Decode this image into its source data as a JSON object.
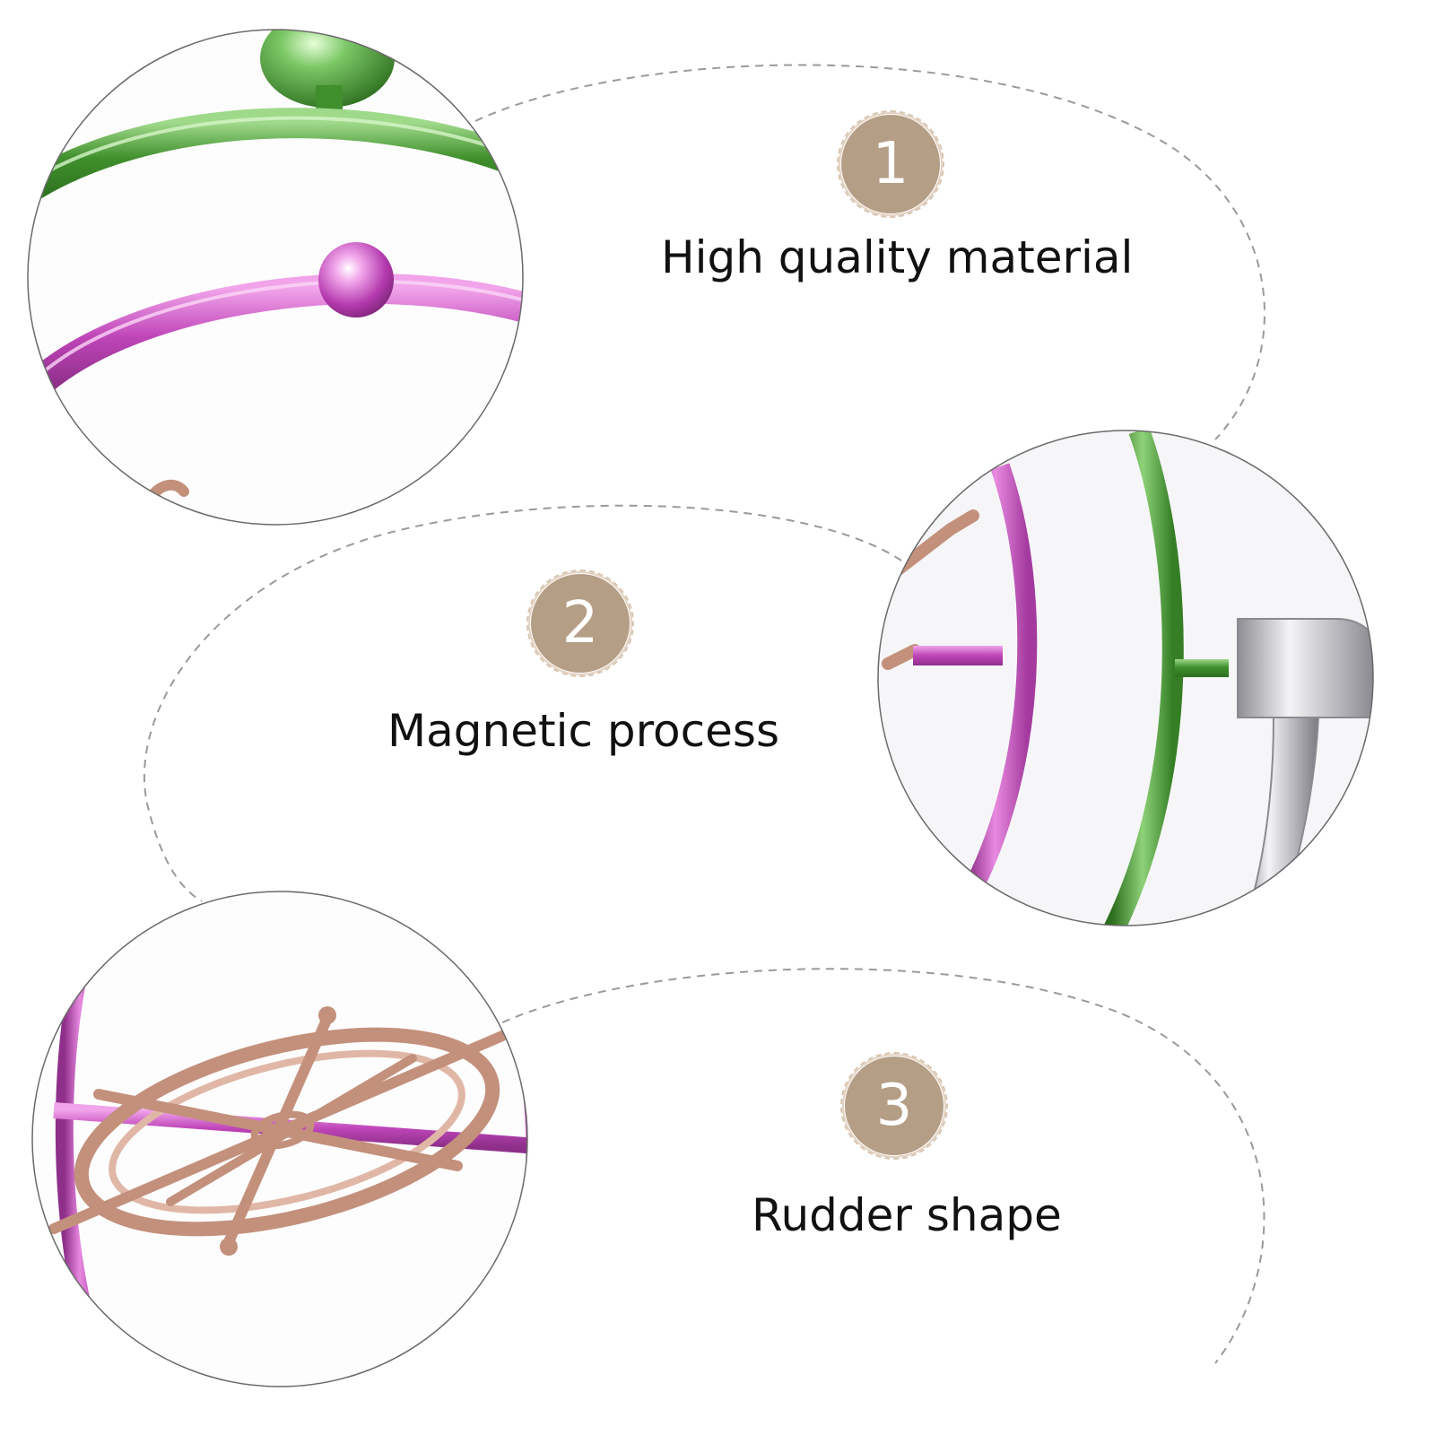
{
  "colors": {
    "badge": "#b59e86",
    "badge_text": "#ffffff",
    "dash": "#9a9a9a",
    "circle_border": "#6a6a6a",
    "green": "#4f9a35",
    "pink": "#c44fbf",
    "copper": "#c3907c",
    "chrome": "#c7c7cc"
  },
  "features": [
    {
      "number": "1",
      "label": "High quality material",
      "icon": "green-and-pink-ring-closeup"
    },
    {
      "number": "2",
      "label": "Magnetic process",
      "icon": "chrome-bracket-closeup"
    },
    {
      "number": "3",
      "label": "Rudder shape",
      "icon": "copper-rudder-wheel-closeup"
    }
  ]
}
